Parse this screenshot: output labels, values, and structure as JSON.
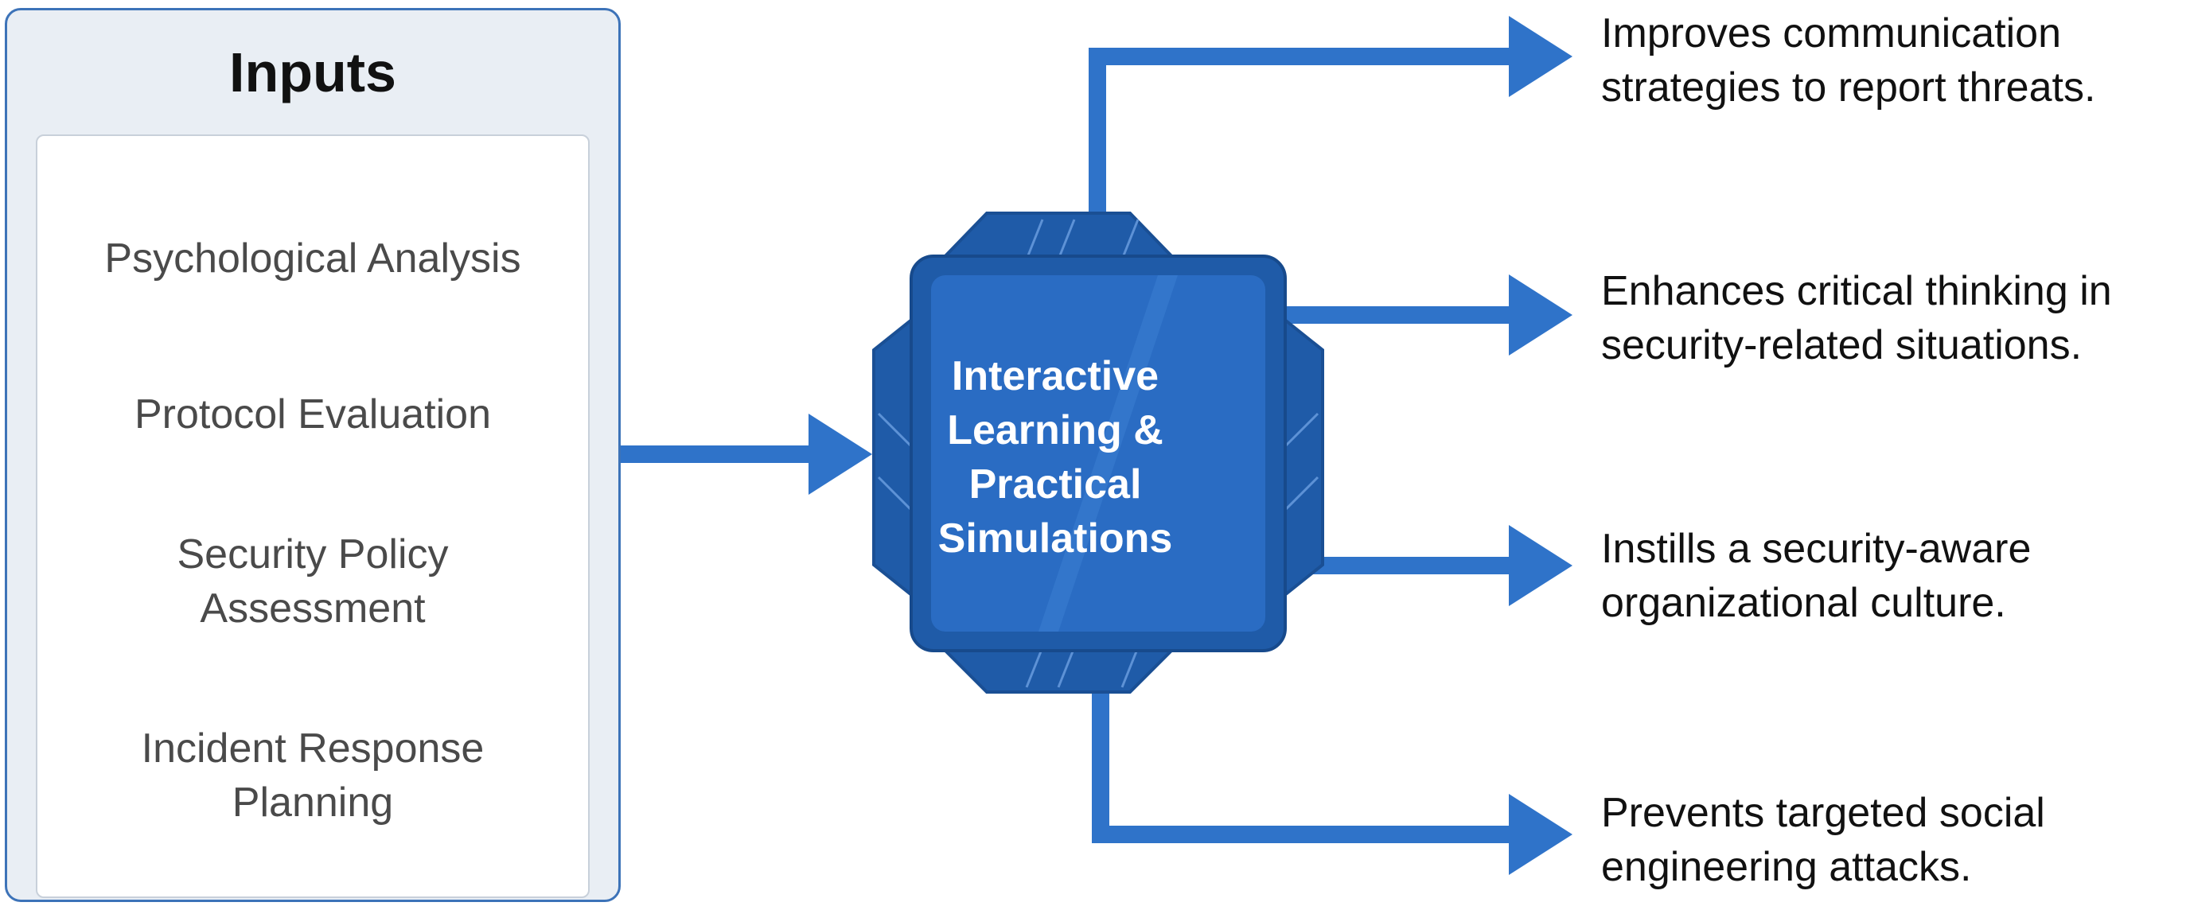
{
  "colors": {
    "arrow": "#2f73c9",
    "panel_border": "#3d73b8",
    "panel_fill": "#e9eef4",
    "hub_dark": "#1f5ba8",
    "hub_face": "#2a6cc3"
  },
  "inputs": {
    "title": "Inputs",
    "items": [
      "Psychological Analysis",
      "Protocol Evaluation",
      "Security Policy\nAssessment",
      "Incident Response\nPlanning"
    ]
  },
  "center": {
    "label": "Interactive\nLearning &\nPractical\nSimulations"
  },
  "outputs": [
    "Improves communication\nstrategies to report threats.",
    "Enhances critical thinking in\nsecurity-related situations.",
    "Instills a security-aware\norganizational culture.",
    "Prevents targeted social\nengineering attacks."
  ]
}
